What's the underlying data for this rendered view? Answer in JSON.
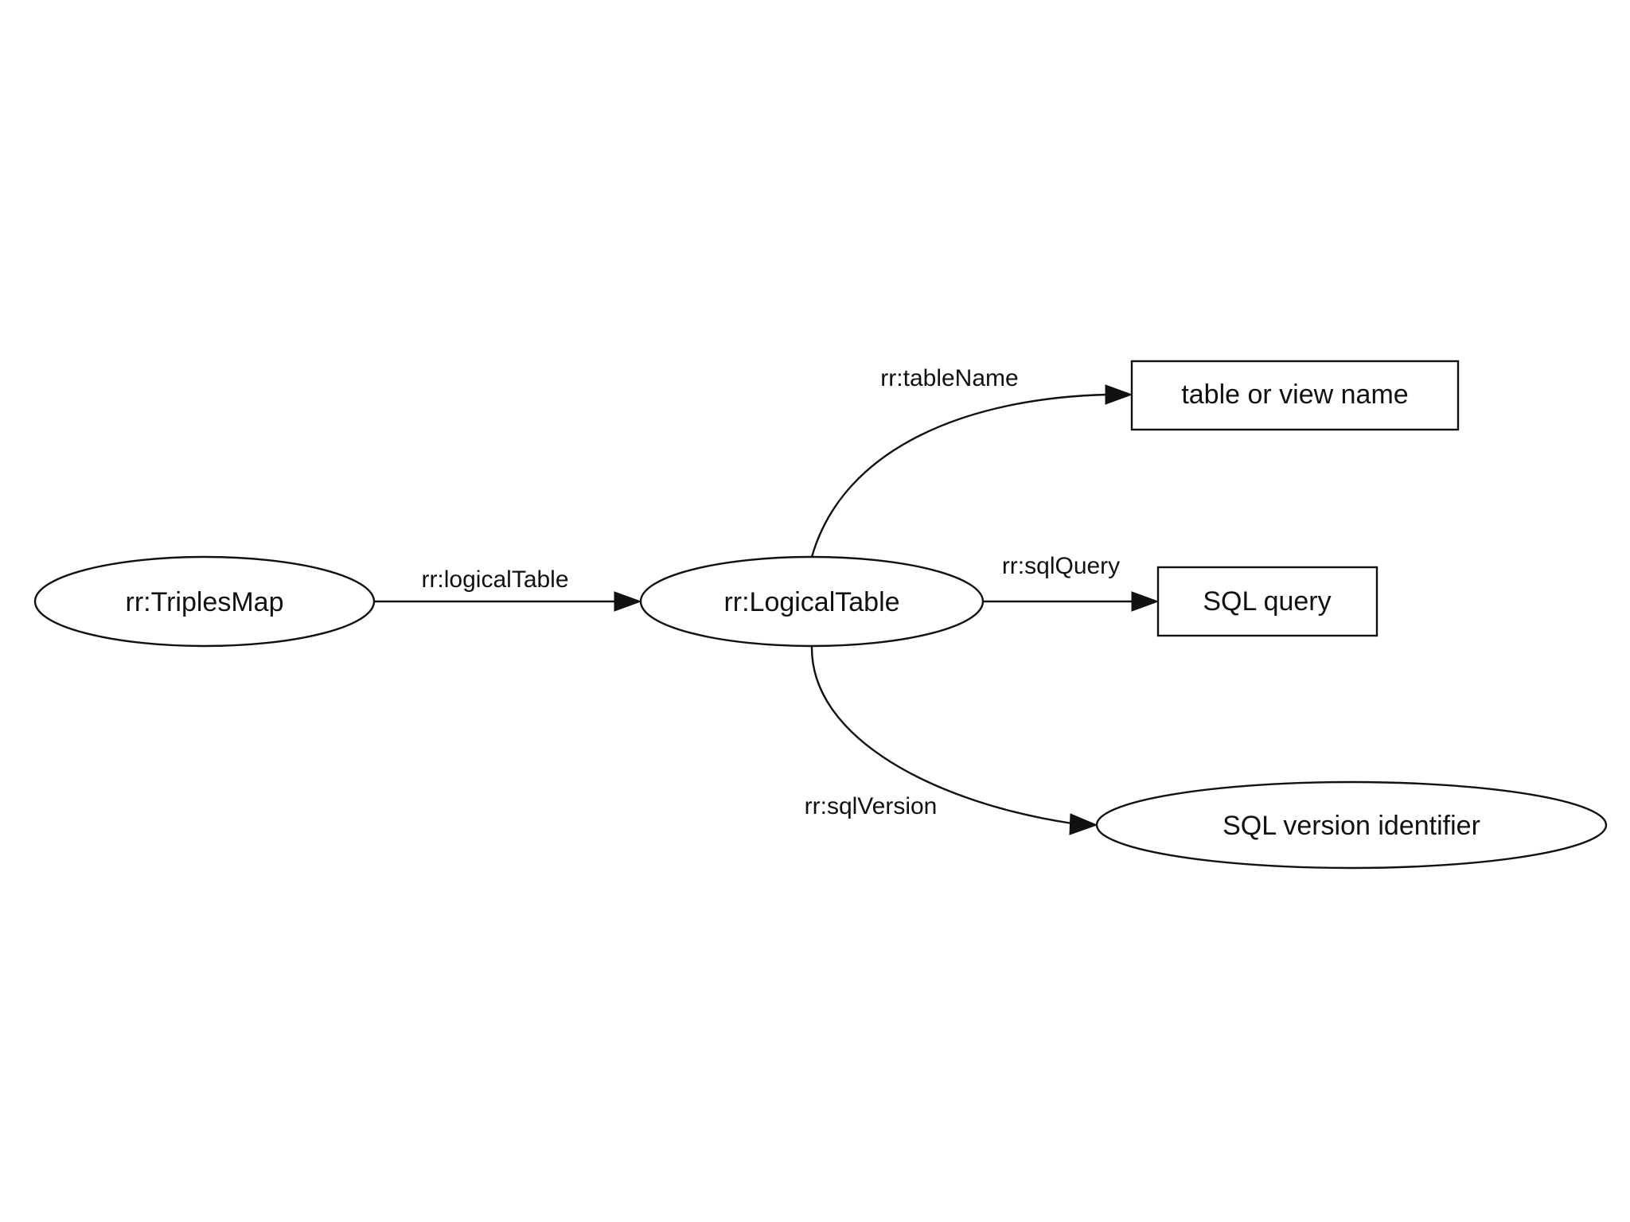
{
  "nodes": {
    "triples_map": "rr:TriplesMap",
    "logical_table": "rr:LogicalTable",
    "table_or_view_name": "table or view name",
    "sql_query": "SQL query",
    "sql_version_identifier": "SQL version identifier"
  },
  "edges": {
    "logical_table": "rr:logicalTable",
    "table_name": "rr:tableName",
    "sql_query": "rr:sqlQuery",
    "sql_version": "rr:sqlVersion"
  },
  "colors": {
    "stroke": "#111111",
    "background": "#ffffff"
  }
}
